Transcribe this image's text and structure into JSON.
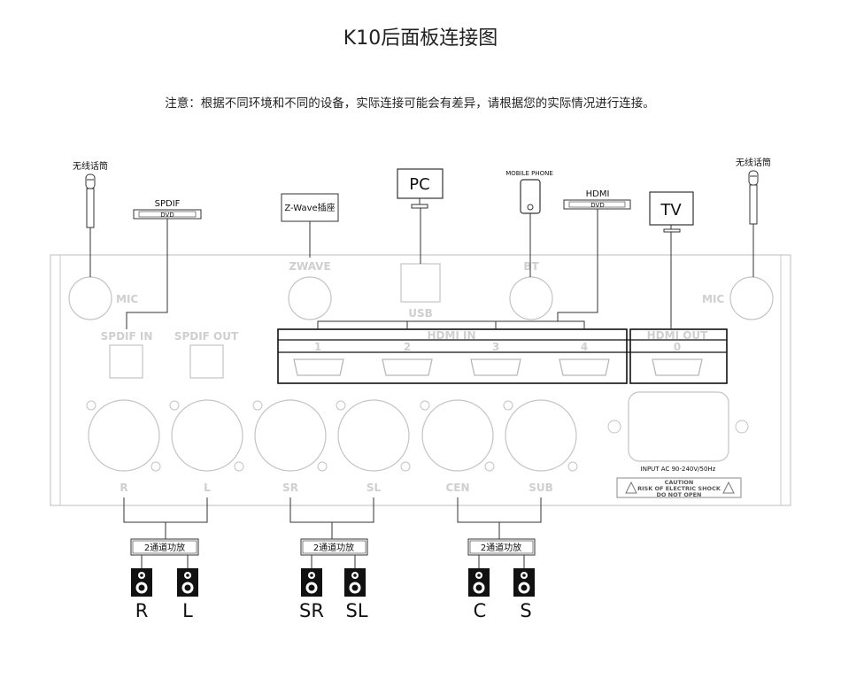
{
  "title": "K10后面板连接图",
  "note": "注意：根据不同环境和不同的设备，实际连接可能会有差异，请根据您的实际情况进行连接。",
  "devices": {
    "mic_left_label": "无线话筒",
    "mic_right_label": "无线话筒",
    "spdif_label": "SPDIF",
    "spdif_tag": "DVD",
    "zwave_label": "Z-Wave插座",
    "pc_label": "PC",
    "phone_label": "MOBILE PHONE",
    "hdmi_label": "HDMI",
    "hdmi_tag": "DVD",
    "tv_label": "TV"
  },
  "panel": {
    "mic_left": "MIC",
    "mic_right": "MIC",
    "zwave": "ZWAVE",
    "usb": "USB",
    "bt": "BT",
    "spdif_in": "SPDIF IN",
    "spdif_out": "SPDIF OUT",
    "hdmi_in": "HDMI IN",
    "hdmi_out": "HDMI OUT",
    "hdmi_nums": [
      "1",
      "2",
      "3",
      "4",
      "0"
    ],
    "outputs": [
      "R",
      "L",
      "SR",
      "SL",
      "CEN",
      "SUB"
    ],
    "power": "INPUT AC 90-240V/50Hz",
    "caution_lines": [
      "CAUTION",
      "RISK OF ELECTRIC SHOCK",
      "DO NOT OPEN"
    ]
  },
  "amps": [
    "2通道功放",
    "2通道功放",
    "2通道功放"
  ],
  "speakers": [
    "R",
    "L",
    "SR",
    "SL",
    "C",
    "S"
  ]
}
